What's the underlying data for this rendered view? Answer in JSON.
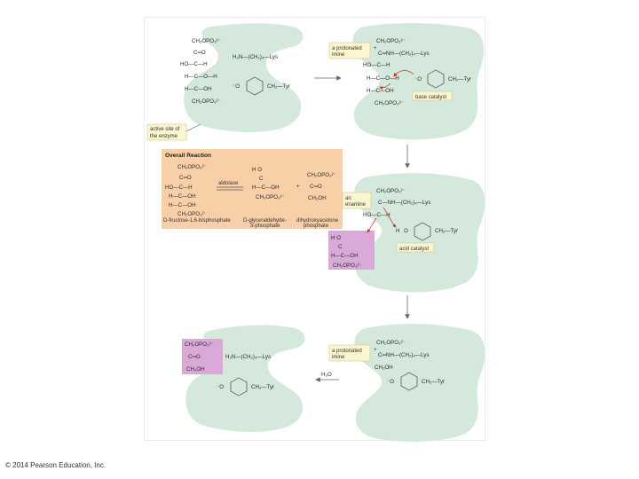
{
  "colors": {
    "enzyme": "#d4e8dc",
    "label_box": "#fbf6cf",
    "overall_box": "#f9cfa8",
    "product_box": "#d9a9d8",
    "arrow": "#666666",
    "curly_arrow": "#c0392b"
  },
  "stage1_left": {
    "rows": [
      "CH₂OPO₃²⁻",
      "C═O",
      "HO—C—H",
      "H—C—O—H",
      "H—C—OH",
      "CH₂OPO₃²⁻"
    ],
    "lys": "H₂N—(CH₂)₄—Lys",
    "tyr_o": "⁻O",
    "tyr_tail": "CH₂—Tyr",
    "active_site_label_1": "active site of",
    "active_site_label_2": "the enzyme"
  },
  "stage1_right": {
    "imine_label_1": "a protonated",
    "imine_label_2": "imine",
    "rows": [
      "CH₂OPO₃²⁻",
      "C═NH—(CH₂)₄—Lys",
      "HO—C—H",
      "H—C—O—H",
      "H—C—OH",
      "CH₂OPO₃²⁻"
    ],
    "plus": "+",
    "tyr_o": "⁻O",
    "tyr_tail": "CH₂—Tyr",
    "catalyst": "base catalyst"
  },
  "overall": {
    "title": "Overall Reaction",
    "enzyme_name": "aldolase",
    "reactant_rows": [
      "CH₂OPO₃²⁻",
      "C═O",
      "HO—C—H",
      "H—C—OH",
      "H—C—OH",
      "CH₂OPO₃²⁻"
    ],
    "product1_rows": [
      "H   O",
      "C",
      "H—C—OH",
      "CH₂OPO₃²⁻"
    ],
    "product2_rows": [
      "CH₂OPO₃²⁻",
      "C═O",
      "CH₂OH"
    ],
    "plus": "+",
    "reactant_name": "D-fructose-1,6-bisphosphate",
    "product1_name_1": "D-glyceraldehyde-",
    "product1_name_2": "3-phosphate",
    "product2_name_1": "dihydroxyacetone",
    "product2_name_2": "phosphate"
  },
  "stage2": {
    "enamine_label_1": "an",
    "enamine_label_2": "enamine",
    "rows": [
      "CH₂OPO₃²⁻",
      "C—NH—(CH₂)₄—Lys",
      "HO—C—H"
    ],
    "h_label": "H",
    "tyr_o": "O",
    "tyr_tail": "CH₂—Tyr",
    "catalyst": "acid catalyst",
    "product_rows": [
      "H   O",
      "C",
      "H—C—OH",
      "CH₂OPO₃²⁻"
    ]
  },
  "stage3_right": {
    "imine_label_1": "a protonated",
    "imine_label_2": "imine",
    "rows": [
      "CH₂OPO₃²⁻",
      "C═NH—(CH₂)₄—Lys",
      "CH₂OH"
    ],
    "plus": "+",
    "tyr_o": "⁻O",
    "tyr_tail": "CH₂—Tyr"
  },
  "stage3_left": {
    "rows": [
      "CH₂OPO₃²⁻",
      "C═O",
      "CH₂OH"
    ],
    "lys": "H₂N—(CH₂)₄—Lys",
    "tyr_o": "⁻O",
    "tyr_tail": "CH₂—Tyr"
  },
  "water": "H₂O",
  "copyright": "© 2014 Pearson Education, Inc."
}
